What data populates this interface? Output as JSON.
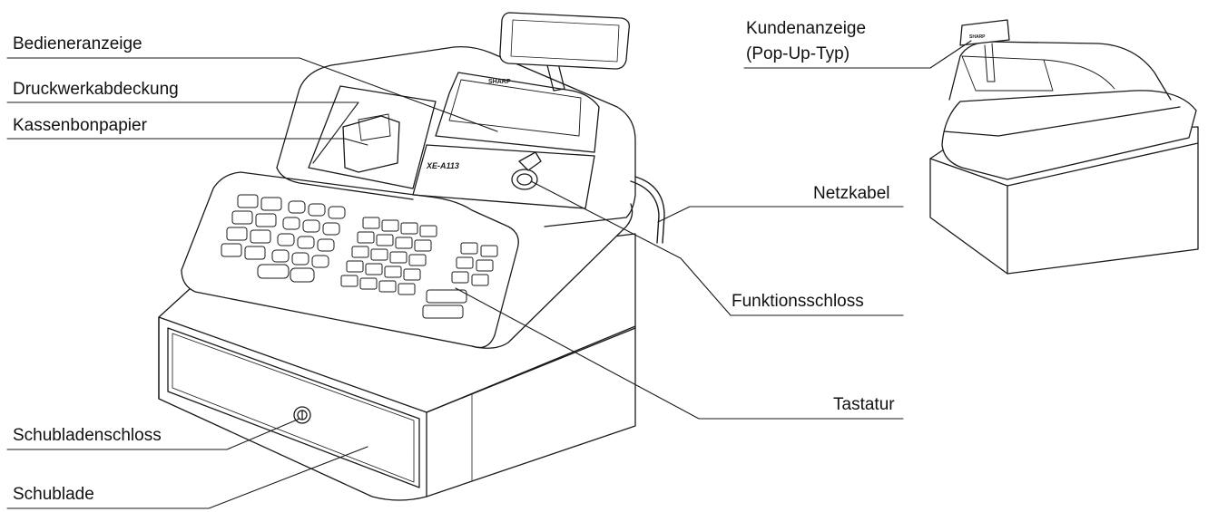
{
  "labels": {
    "bedieneranzeige": "Bedieneranzeige",
    "druckwerkabdeckung": "Druckwerkabdeckung",
    "kassenbonpapier": "Kassenbonpapier",
    "schubladenschloss": "Schubladenschloss",
    "schublade": "Schublade",
    "netzkabel": "Netzkabel",
    "funktionsschloss": "Funktionsschloss",
    "tastatur": "Tastatur",
    "kundenanzeige_line1": "Kundenanzeige",
    "kundenanzeige_line2": "(Pop-Up-Typ)"
  },
  "device": {
    "brand": "SHARP",
    "model": "XE-A113"
  },
  "colors": {
    "line": "#1a1a1a",
    "background": "#ffffff"
  }
}
